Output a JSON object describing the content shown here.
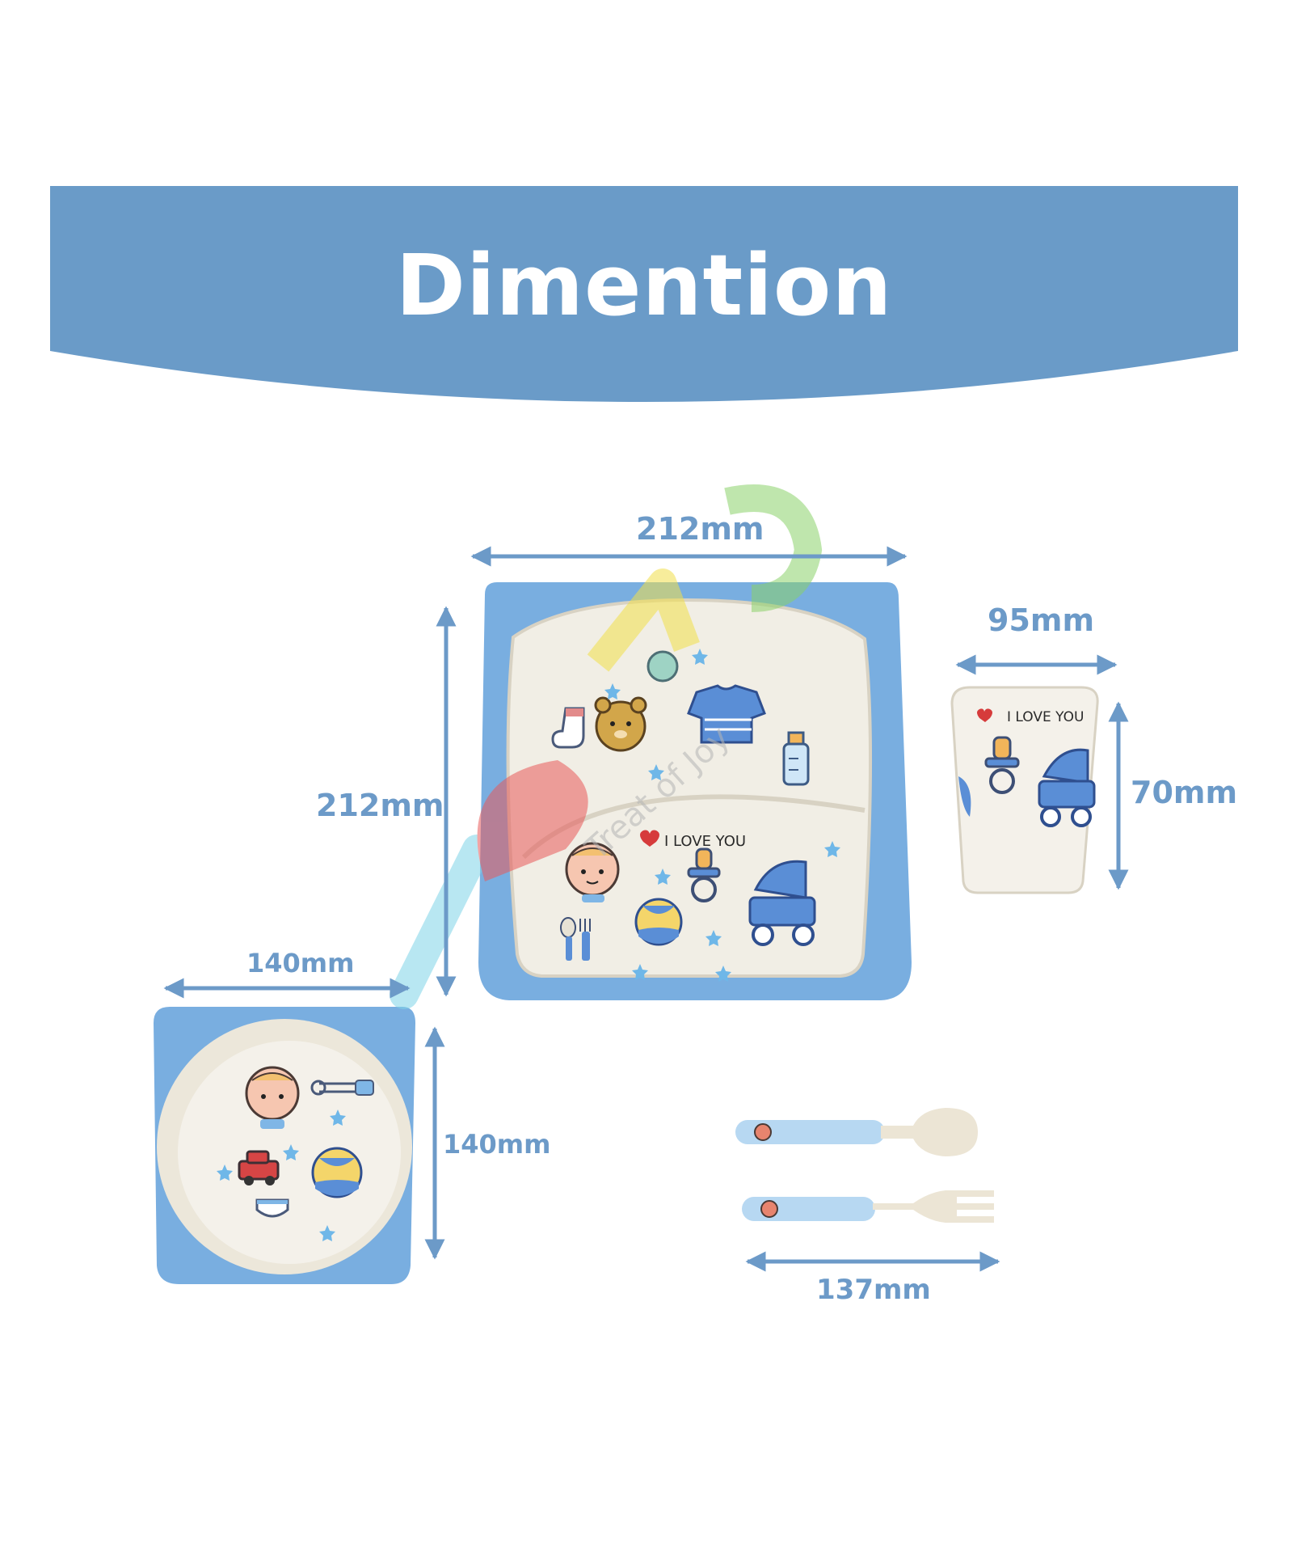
{
  "banner": {
    "title": "Dimention",
    "color": "#6a9bc8"
  },
  "colors": {
    "dimension_text": "#6c9ac8",
    "arrow": "#6c9ac8",
    "ware_blue": "#79aee0",
    "ware_cream": "#f1eee5"
  },
  "items": {
    "plate": {
      "width_label": "212mm",
      "height_label": "212mm",
      "print_text": "I LOVE YOU"
    },
    "cup": {
      "width_label": "95mm",
      "height_label": "70mm",
      "print_text": "I LOVE YOU"
    },
    "bowl": {
      "width_label": "140mm",
      "height_label": "140mm"
    },
    "cutlery": {
      "length_label": "137mm"
    }
  },
  "watermark": {
    "text": "Treat of Joy"
  }
}
